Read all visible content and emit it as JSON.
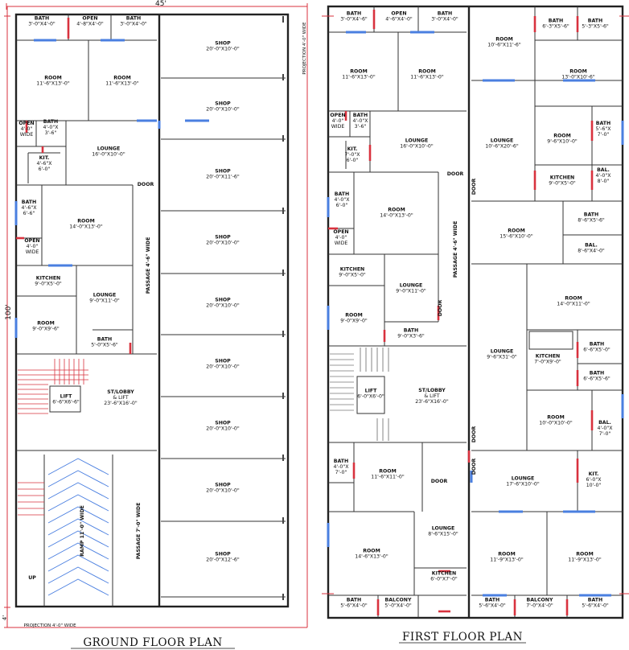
{
  "titles": {
    "ground": "GROUND FLOOR PLAN",
    "first": "FIRST FLOOR PLAN"
  },
  "dimensions": {
    "top_width": "45'",
    "side_height": "100'",
    "bottom_offset": "4'",
    "projection_right": "PROJECTION 4'-0\" WIDE",
    "projection_bottom": "PROJECTION 4'-0\" WIDE"
  },
  "colors": {
    "wall": "#222222",
    "window": "#4a7fe0",
    "door": "#d8323e",
    "stair": "#d8323e",
    "ramp_arrows": "#4a7fe0",
    "dim_line": "#d8323e"
  },
  "ground_labels": [
    {
      "id": "g-bath1",
      "lines": [
        "BATH",
        "3'-0\"X4'-0\""
      ]
    },
    {
      "id": "g-open1",
      "lines": [
        "OPEN",
        "4'-8\"X4'-0\""
      ]
    },
    {
      "id": "g-bath2",
      "lines": [
        "BATH",
        "3'-0\"X4'-0\""
      ]
    },
    {
      "id": "g-room1",
      "lines": [
        "ROOM",
        "11'-6\"X13'-0\""
      ]
    },
    {
      "id": "g-room2",
      "lines": [
        "ROOM",
        "11'-6\"X13'-0\""
      ]
    },
    {
      "id": "g-open2",
      "lines": [
        "OPEN",
        "4'-0\"",
        "WIDE"
      ]
    },
    {
      "id": "g-bath3",
      "lines": [
        "BATH",
        "4'-0\"X",
        "3'-6\""
      ]
    },
    {
      "id": "g-lounge1",
      "lines": [
        "LOUNGE",
        "16'-0\"X10'-0\""
      ]
    },
    {
      "id": "g-kit1",
      "lines": [
        "KIT.",
        "4'-6\"X",
        "6'-0\""
      ]
    },
    {
      "id": "g-door1",
      "lines": [
        "DOOR"
      ]
    },
    {
      "id": "g-bath4",
      "lines": [
        "BATH",
        "4'-6\"X",
        "6'-6\""
      ]
    },
    {
      "id": "g-room3",
      "lines": [
        "ROOM",
        "14'-0\"X13'-0\""
      ]
    },
    {
      "id": "g-open3",
      "lines": [
        "OPEN",
        "4'-0\"",
        "WIDE"
      ]
    },
    {
      "id": "g-kitchen",
      "lines": [
        "KITCHEN",
        "9'-0\"X5'-0\""
      ]
    },
    {
      "id": "g-lounge2",
      "lines": [
        "LOUNGE",
        "9'-0\"X11'-0\""
      ]
    },
    {
      "id": "g-room4",
      "lines": [
        "ROOM",
        "9'-0\"X9'-6\""
      ]
    },
    {
      "id": "g-bath5",
      "lines": [
        "BATH",
        "5'-0\"X5'-6\""
      ]
    },
    {
      "id": "g-lift",
      "lines": [
        "LIFT",
        "6'-6\"X6'-6\""
      ]
    },
    {
      "id": "g-stlobby",
      "lines": [
        "ST/LOBBY",
        "& LIFT",
        "23'-6\"X16'-0\""
      ]
    },
    {
      "id": "g-up",
      "lines": [
        "UP"
      ]
    },
    {
      "id": "g-shop1",
      "lines": [
        "SHOP",
        "20'-0\"X10'-0\""
      ]
    },
    {
      "id": "g-shop2",
      "lines": [
        "SHOP",
        "20'-0\"X10'-0\""
      ]
    },
    {
      "id": "g-shop3",
      "lines": [
        "SHOP",
        "20'-0\"X11'-6\""
      ]
    },
    {
      "id": "g-shop4",
      "lines": [
        "SHOP",
        "20'-0\"X10'-0\""
      ]
    },
    {
      "id": "g-shop5",
      "lines": [
        "SHOP",
        "20'-0\"X10'-0\""
      ]
    },
    {
      "id": "g-shop6",
      "lines": [
        "SHOP",
        "20'-0\"X10'-0\""
      ]
    },
    {
      "id": "g-shop7",
      "lines": [
        "SHOP",
        "20'-0\"X10'-0\""
      ]
    },
    {
      "id": "g-shop8",
      "lines": [
        "SHOP",
        "20'-0\"X10'-0\""
      ]
    },
    {
      "id": "g-shop9",
      "lines": [
        "SHOP",
        "20'-0\"X12'-6\""
      ]
    },
    {
      "id": "g-passage1",
      "lines": [
        "PASSAGE 4'-6\" WIDE"
      ]
    },
    {
      "id": "g-passage2",
      "lines": [
        "PASSAGE 7'-0\" WIDE"
      ]
    },
    {
      "id": "g-ramp",
      "lines": [
        "RAMP 11'-0\" WIDE"
      ]
    }
  ],
  "first_labels": [
    {
      "id": "f-bath1",
      "lines": [
        "BATH",
        "3'-0\"X4'-6\""
      ]
    },
    {
      "id": "f-open1",
      "lines": [
        "OPEN",
        "4'-6\"X4'-0\""
      ]
    },
    {
      "id": "f-bath2",
      "lines": [
        "BATH",
        "3'-0\"X4'-0\""
      ]
    },
    {
      "id": "f-room1",
      "lines": [
        "ROOM",
        "11'-6\"X13'-0\""
      ]
    },
    {
      "id": "f-room2",
      "lines": [
        "ROOM",
        "11'-6\"X13'-0\""
      ]
    },
    {
      "id": "f-open2",
      "lines": [
        "OPEN",
        "4'-0\"",
        "WIDE"
      ]
    },
    {
      "id": "f-bath3",
      "lines": [
        "BATH",
        "4'-0\"X",
        "3'-6\""
      ]
    },
    {
      "id": "f-lounge1",
      "lines": [
        "LOUNGE",
        "16'-0\"X10'-0\""
      ]
    },
    {
      "id": "f-kit1",
      "lines": [
        "KIT.",
        "7'-0\"X",
        "6'-0\""
      ]
    },
    {
      "id": "f-door1",
      "lines": [
        "DOOR"
      ]
    },
    {
      "id": "f-bath4",
      "lines": [
        "BATH",
        "4'-0\"X",
        "6'-0\""
      ]
    },
    {
      "id": "f-room3",
      "lines": [
        "ROOM",
        "14'-0\"X13'-0\""
      ]
    },
    {
      "id": "f-open3",
      "lines": [
        "OPEN",
        "4'-0\"",
        "WIDE"
      ]
    },
    {
      "id": "f-kitchen1",
      "lines": [
        "KITCHEN",
        "9'-0\"X5'-0\""
      ]
    },
    {
      "id": "f-lounge2",
      "lines": [
        "LOUNGE",
        "9'-0\"X11'-0\""
      ]
    },
    {
      "id": "f-room4",
      "lines": [
        "ROOM",
        "9'-0\"X9'-0\""
      ]
    },
    {
      "id": "f-bath5",
      "lines": [
        "BATH",
        "9'-0\"X3'-6\""
      ]
    },
    {
      "id": "f-door2",
      "lines": [
        "DOOR"
      ]
    },
    {
      "id": "f-passage",
      "lines": [
        "PASSAGE 4'-6\" WIDE"
      ]
    },
    {
      "id": "f-lift",
      "lines": [
        "LIFT",
        "6'-0\"X6'-0\""
      ]
    },
    {
      "id": "f-stlobby",
      "lines": [
        "ST/LOBBY",
        "& LIFT",
        "23'-6\"X16'-0\""
      ]
    },
    {
      "id": "f-bath6",
      "lines": [
        "BATH",
        "4'-0\"X",
        "7'-0\""
      ]
    },
    {
      "id": "f-room5",
      "lines": [
        "ROOM",
        "11'-6\"X11'-0\""
      ]
    },
    {
      "id": "f-door3",
      "lines": [
        "DOOR"
      ]
    },
    {
      "id": "f-lounge3",
      "lines": [
        "LOUNGE",
        "8'-6\"X15'-0\""
      ]
    },
    {
      "id": "f-room6",
      "lines": [
        "ROOM",
        "14'-6\"X13'-0\""
      ]
    },
    {
      "id": "f-kitchen2",
      "lines": [
        "KITCHEN",
        "6'-0\"X7'-0\""
      ]
    },
    {
      "id": "f-bath7",
      "lines": [
        "BATH",
        "5'-6\"X4'-0\""
      ]
    },
    {
      "id": "f-balcony1",
      "lines": [
        "BALCONY",
        "5'-0\"X4'-0\""
      ]
    },
    {
      "id": "f-bath8",
      "lines": [
        "BATH",
        "6'-3\"X5'-6\""
      ]
    },
    {
      "id": "f-bath9",
      "lines": [
        "BATH",
        "5'-3\"X5'-6\""
      ]
    },
    {
      "id": "f-room7",
      "lines": [
        "ROOM",
        "10'-6\"X11'-6\""
      ]
    },
    {
      "id": "f-room8",
      "lines": [
        "ROOM",
        "13'-0\"X10'-6\""
      ]
    },
    {
      "id": "f-lounge4",
      "lines": [
        "LOUNGE",
        "10'-6\"X20'-6\""
      ]
    },
    {
      "id": "f-room9",
      "lines": [
        "ROOM",
        "9'-6\"X10'-0\""
      ]
    },
    {
      "id": "f-bath10",
      "lines": [
        "BATH",
        "5'-6\"X",
        "7'-0\""
      ]
    },
    {
      "id": "f-kitchen3",
      "lines": [
        "KITCHEN",
        "9'-0\"X5'-0\""
      ]
    },
    {
      "id": "f-bal1",
      "lines": [
        "BAL.",
        "4'-0\"X",
        "8'-0\""
      ]
    },
    {
      "id": "f-door4",
      "lines": [
        "DOOR"
      ]
    },
    {
      "id": "f-bath11",
      "lines": [
        "BATH",
        "8'-6\"X5'-6\""
      ]
    },
    {
      "id": "f-room10",
      "lines": [
        "ROOM",
        "15'-6\"X10'-0\""
      ]
    },
    {
      "id": "f-bal2",
      "lines": [
        "BAL.",
        "8'-6\"X4'-0\""
      ]
    },
    {
      "id": "f-room11",
      "lines": [
        "ROOM",
        "14'-0\"X11'-0\""
      ]
    },
    {
      "id": "f-lounge5",
      "lines": [
        "LOUNGE",
        "9'-6\"X31'-0\""
      ]
    },
    {
      "id": "f-kitchen4",
      "lines": [
        "KITCHEN",
        "7'-0\"X9'-0\""
      ]
    },
    {
      "id": "f-bath12",
      "lines": [
        "BATH",
        "6'-6\"X5'-0\""
      ]
    },
    {
      "id": "f-bath13",
      "lines": [
        "BATH",
        "6'-6\"X5'-6\""
      ]
    },
    {
      "id": "f-room12",
      "lines": [
        "ROOM",
        "10'-0\"X10'-0\""
      ]
    },
    {
      "id": "f-bal3",
      "lines": [
        "BAL.",
        "4'-0\"X",
        "7'-0\""
      ]
    },
    {
      "id": "f-door5",
      "lines": [
        "DOOR"
      ]
    },
    {
      "id": "f-door6",
      "lines": [
        "DOOR"
      ]
    },
    {
      "id": "f-lounge6",
      "lines": [
        "LOUNGE",
        "17'-6\"X10'-0\""
      ]
    },
    {
      "id": "f-kit2",
      "lines": [
        "KIT.",
        "6'-0\"X",
        "10'-0\""
      ]
    },
    {
      "id": "f-room13",
      "lines": [
        "ROOM",
        "11'-9\"X13'-0\""
      ]
    },
    {
      "id": "f-room14",
      "lines": [
        "ROOM",
        "11'-9\"X13'-0\""
      ]
    },
    {
      "id": "f-bath14",
      "lines": [
        "BATH",
        "5'-6\"X4'-0\""
      ]
    },
    {
      "id": "f-balcony2",
      "lines": [
        "BALCONY",
        "7'-0\"X4'-0\""
      ]
    },
    {
      "id": "f-bath15",
      "lines": [
        "BATH",
        "5'-6\"X4'-0\""
      ]
    }
  ]
}
